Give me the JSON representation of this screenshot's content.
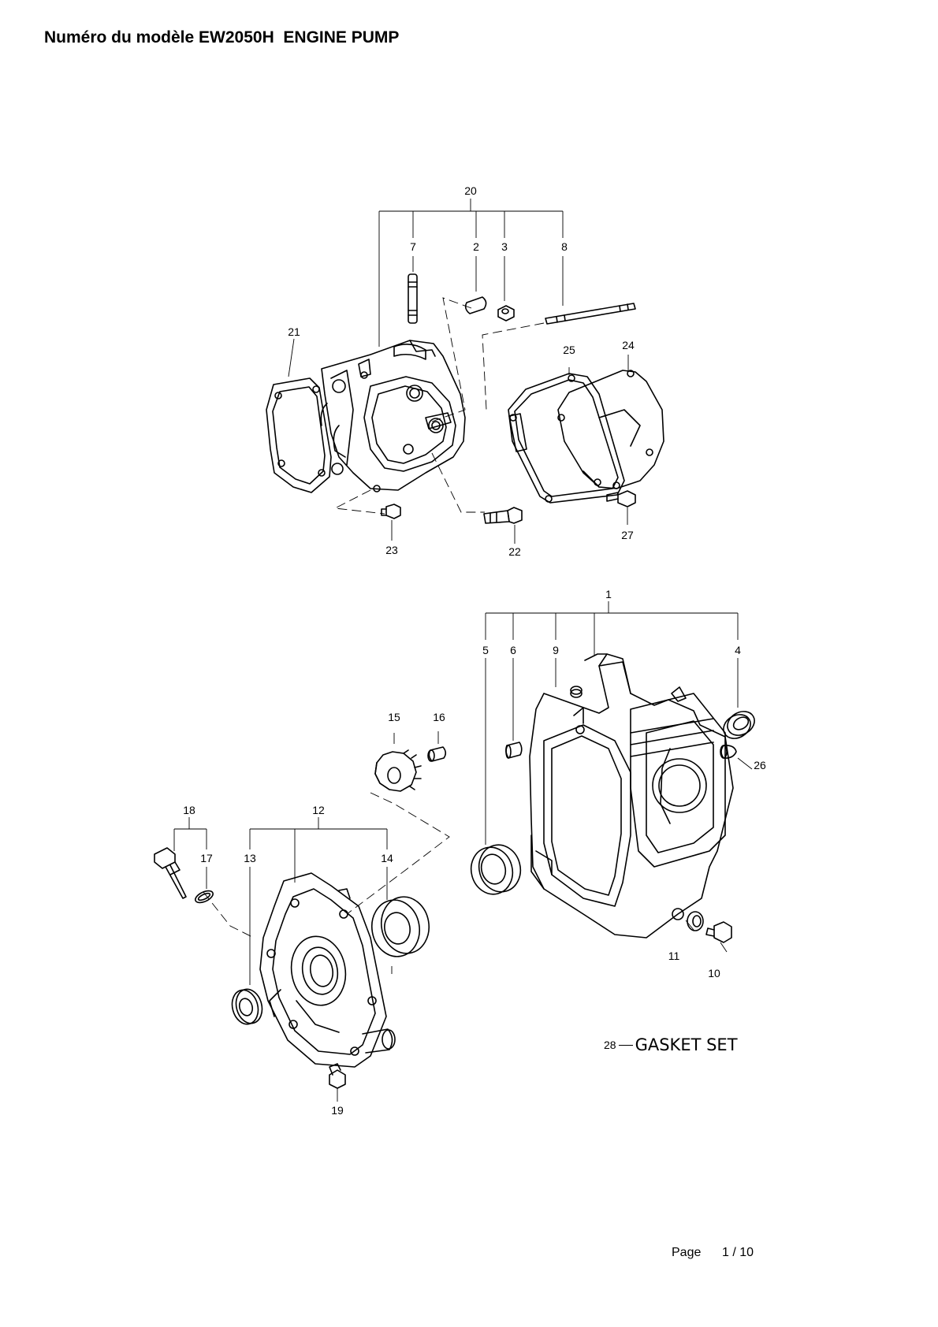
{
  "title": "Numéro du modèle EW2050H  ENGINE PUMP",
  "callouts": [
    "1",
    "2",
    "3",
    "4",
    "5",
    "6",
    "7",
    "8",
    "9",
    "10",
    "11",
    "12",
    "13",
    "14",
    "15",
    "16",
    "17",
    "18",
    "19",
    "20",
    "21",
    "22",
    "23",
    "24",
    "25",
    "26",
    "27"
  ],
  "gasket_set": {
    "number": "28",
    "label": "GASKET SET"
  },
  "footer": {
    "page_label": "Page",
    "page_value": "1 / 10"
  }
}
